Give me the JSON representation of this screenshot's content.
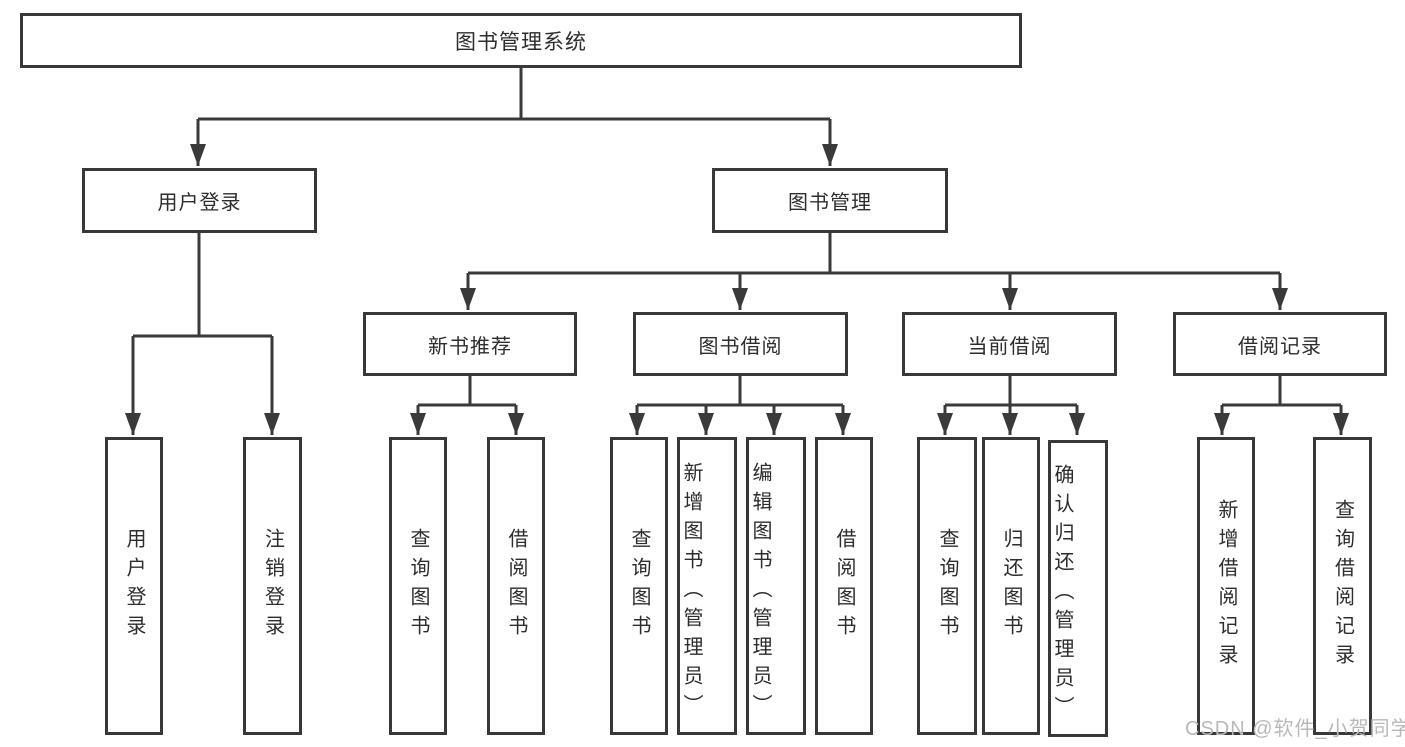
{
  "diagram": {
    "title_node": {
      "label": "图书管理系统"
    },
    "login": {
      "label": "用户登录",
      "children": [
        {
          "label": "用户登录"
        },
        {
          "label": "注销登录"
        }
      ]
    },
    "manage": {
      "label": "图书管理",
      "sections": [
        {
          "label": "新书推荐",
          "children": [
            {
              "label": "查询图书"
            },
            {
              "label": "借阅图书"
            }
          ]
        },
        {
          "label": "图书借阅",
          "children": [
            {
              "label": "查询图书"
            },
            {
              "label": "新增图书（管理员）"
            },
            {
              "label": "编辑图书（管理员）"
            },
            {
              "label": "借阅图书"
            }
          ]
        },
        {
          "label": "当前借阅",
          "children": [
            {
              "label": "查询图书"
            },
            {
              "label": "归还图书"
            },
            {
              "label": "确认归还（管理员）"
            }
          ]
        },
        {
          "label": "借阅记录",
          "children": [
            {
              "label": "新增借阅记录"
            },
            {
              "label": "查询借阅记录"
            }
          ]
        }
      ]
    }
  },
  "watermark": {
    "text": "CSDN @软件_小贺同学"
  },
  "colors": {
    "line": "#3a3a3a",
    "box_border": "#383838",
    "text": "#2d2d2d",
    "watermark": "#b9b9b9",
    "background": "#ffffff"
  }
}
